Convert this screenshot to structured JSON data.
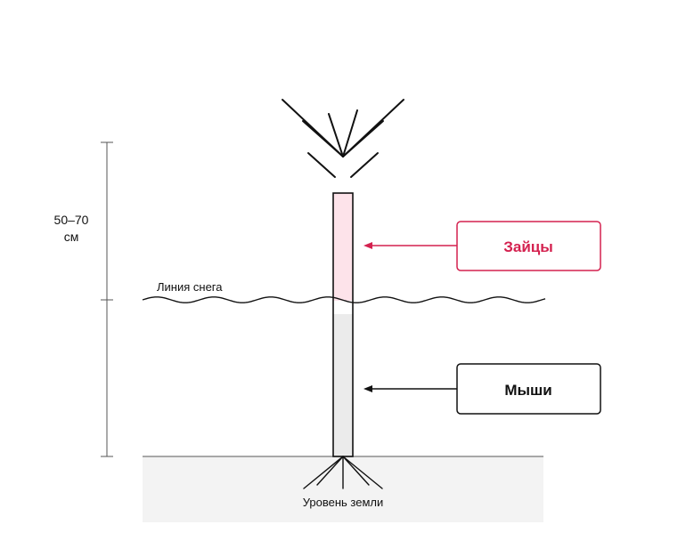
{
  "height_label": {
    "value": "50–70",
    "unit": "см"
  },
  "snow_line_label": "Линия снега",
  "ground_label": "Уровень земли",
  "callouts": {
    "hares": {
      "label": "Зайцы",
      "color": "#d4214f"
    },
    "mice": {
      "label": "Мыши",
      "color": "#111111"
    }
  },
  "colors": {
    "hare_zone_fill": "#fde3ea",
    "mice_zone_fill": "#ebebeb",
    "ground_fill": "#f3f3f3",
    "line": "#111111",
    "dimension_line": "#555555"
  }
}
